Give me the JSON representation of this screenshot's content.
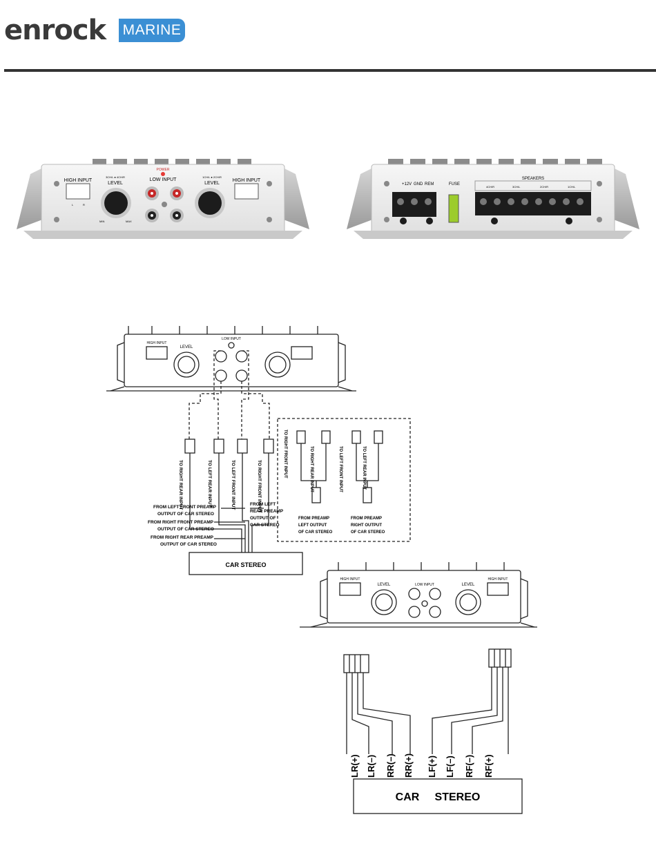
{
  "header": {
    "brand_word": "enrock",
    "brand_badge": "MARINE"
  },
  "photo_front": {
    "high_input_left": "HIGH INPUT",
    "high_input_right": "HIGH INPUT",
    "channels_left": "3CH/L ● 4CH/R",
    "channels_right": "1CH/L ● 2CH/R",
    "power": "POWER",
    "low_input": "LOW INPUT",
    "level_left": "LEVEL",
    "level_right": "LEVEL",
    "min": "MIN",
    "max": "MAX",
    "l": "L",
    "r": "R"
  },
  "photo_rear": {
    "v12": "+12V",
    "gnd": "GND",
    "rem": "REM",
    "fuse": "FUSE",
    "speakers": "SPEAKERS",
    "ch4": "4CH/R",
    "ch3": "3CH/L",
    "ch2": "2CH/R",
    "ch1": "1CH/L"
  },
  "low_level_diagram": {
    "rca_labels": [
      "TO RIGHT REAR INPUT",
      "TO LEFT REAR INPUT",
      "TO LEFT FRONT INPUT",
      "TO RIGHT FRONT INPUT"
    ],
    "from_labels": [
      "FROM LEFT FRONT PREAMP",
      "OUTPUT OF CAR STEREO",
      "FROM RIGHT FRONT PREAMP",
      "OUTPUT OF CAR STEREO",
      "FROM RIGHT REAR PREAMP",
      "OUTPUT OF CAR STEREO"
    ],
    "from_left_rear": [
      "FROM LEFT",
      "REAR PREAMP",
      "OUTPUT OF",
      "CAR STEREO"
    ],
    "inset_rca_labels": [
      "TO RIGHT FRONT INPUT",
      "TO RIGHT REAR INPUT",
      "TO LEFT FRONT INPUT",
      "TO LEFT REAR INPUT"
    ],
    "inset_left": [
      "FROM PREAMP",
      "LEFT OUTPUT",
      "OF CAR STEREO"
    ],
    "inset_right": [
      "FROM PREAMP",
      "RIGHT OUTPUT",
      "OF CAR STEREO"
    ],
    "stereo_box": "CAR STEREO",
    "amp_level": "LEVEL",
    "amp_high_input": "HIGH INPUT",
    "amp_low_input": "LOW INPUT"
  },
  "high_level_diagram": {
    "wire_labels": [
      "LR(+)",
      "LR(–)",
      "RR(–)",
      "RR(+)",
      "LF(+)",
      "LF(–)",
      "RF(–)",
      "RF(+)"
    ],
    "stereo_box": "CAR     STEREO",
    "amp_level": "LEVEL",
    "amp_high_input": "HIGH INPUT",
    "amp_low_input": "LOW INPUT"
  }
}
